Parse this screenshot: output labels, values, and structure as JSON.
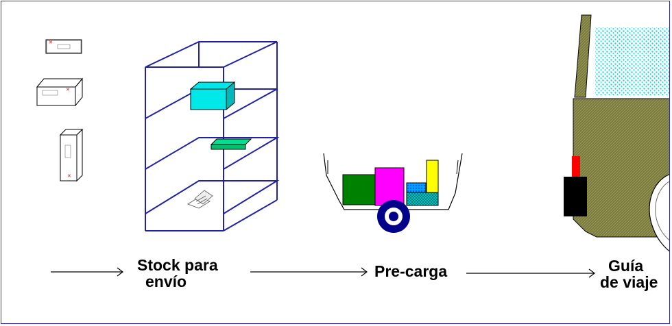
{
  "labels": {
    "stock_line1": "Stock para",
    "stock_line2": "envío",
    "precarga": "Pre-carga",
    "guia_line1": "Guía",
    "guia_line2": "de viaje"
  },
  "icons": {
    "package_envelope": "envelope-package-icon",
    "package_box": "box-package-icon",
    "package_tall": "tall-box-package-icon",
    "shelf": "shelving-unit-icon",
    "cart": "hand-cart-icon",
    "truck": "delivery-truck-icon",
    "arrow": "arrow-right-icon"
  },
  "colors": {
    "border": "#2a2ad0",
    "shelf": "#2020a8",
    "box_cyan": "#00e8e8",
    "box_green": "#00d080",
    "cart_green": "#008000",
    "cart_magenta": "#ff00ff",
    "cart_yellow": "#ffff00",
    "cart_blue": "#00a0ff",
    "cart_teal": "#008080",
    "wheel": "#00008b",
    "truck_body": "#7a7a3c",
    "truck_light": "#ff0000",
    "window": "#00e0e0"
  }
}
